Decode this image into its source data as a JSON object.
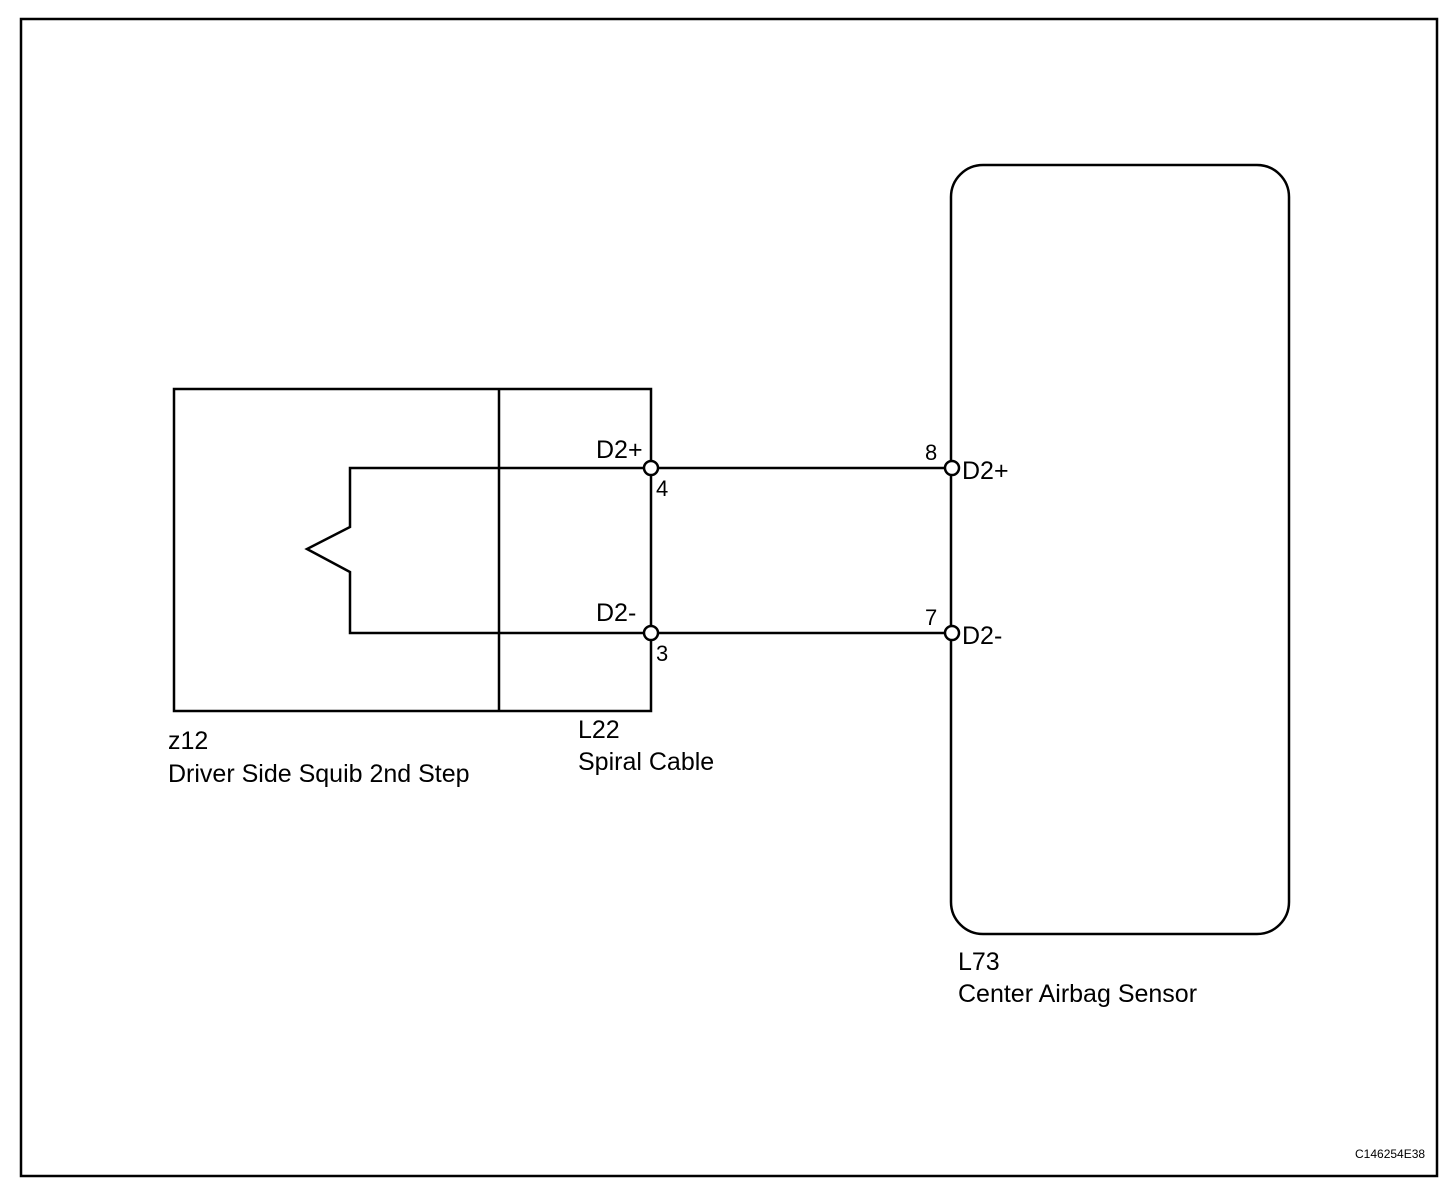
{
  "diagram": {
    "squib": {
      "code": "z12",
      "name": "Driver Side Squib 2nd Step"
    },
    "spiral_cable": {
      "code": "L22",
      "name": "Spiral Cable",
      "pins": [
        {
          "signal": "D2+",
          "number": "4"
        },
        {
          "signal": "D2-",
          "number": "3"
        }
      ]
    },
    "airbag_sensor": {
      "code": "L73",
      "name": "Center Airbag Sensor",
      "pins": [
        {
          "signal": "D2+",
          "number": "8"
        },
        {
          "signal": "D2-",
          "number": "7"
        }
      ]
    },
    "figure_code": "C146254E38"
  }
}
